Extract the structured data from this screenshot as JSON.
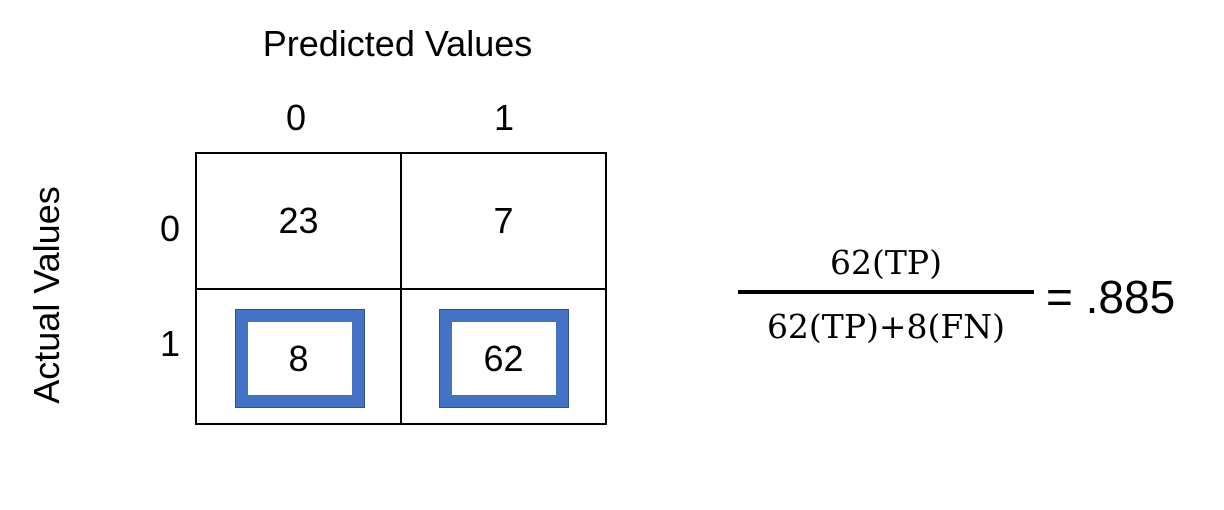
{
  "predicted_title": "Predicted Values",
  "actual_title": "Actual Values",
  "columns": [
    "0",
    "1"
  ],
  "rows": [
    "0",
    "1"
  ],
  "matrix": [
    [
      "23",
      "7"
    ],
    [
      "8",
      "62"
    ]
  ],
  "highlighted_cells": [
    [
      1,
      0
    ],
    [
      1,
      1
    ]
  ],
  "highlight_color": "#4472c4",
  "formula": {
    "numerator": "62(TP)",
    "denominator": "62(TP)+8(FN)",
    "result": "= .885"
  }
}
